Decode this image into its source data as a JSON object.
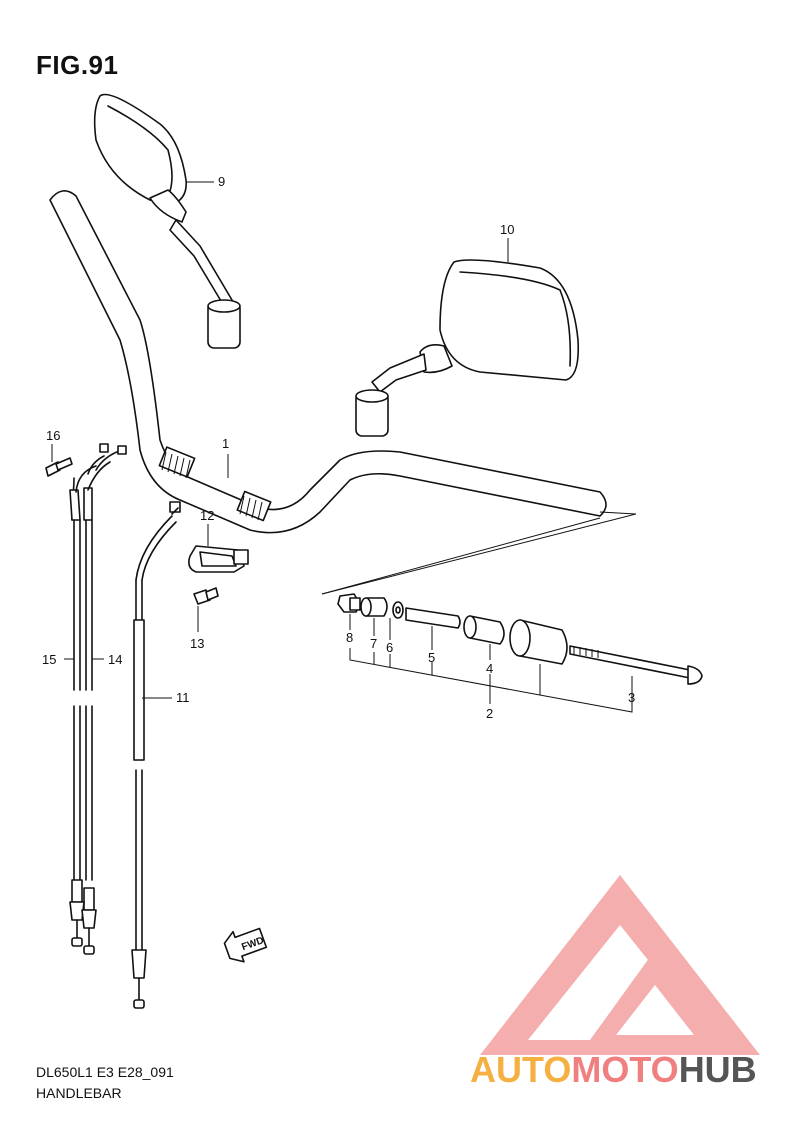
{
  "figure": {
    "title": "FIG.91"
  },
  "footer": {
    "model_code": "DL650L1 E3 E28_091",
    "section_name": "HANDLEBAR"
  },
  "callouts": {
    "c1": "1",
    "c2": "2",
    "c3": "3",
    "c4": "4",
    "c5": "5",
    "c6": "6",
    "c7": "7",
    "c8": "8",
    "c9": "9",
    "c10": "10",
    "c11": "11",
    "c12": "12",
    "c13": "13",
    "c14": "14",
    "c15": "15",
    "c16": "16"
  },
  "fwd_marker": {
    "label": "FWD"
  },
  "watermark": {
    "part1": "AUTO",
    "part2": "MOTO",
    "part3": "HUB",
    "color1": "#f5b041",
    "color2": "#f08080",
    "color3": "#555555",
    "logo_color": "#f4a0a0"
  }
}
